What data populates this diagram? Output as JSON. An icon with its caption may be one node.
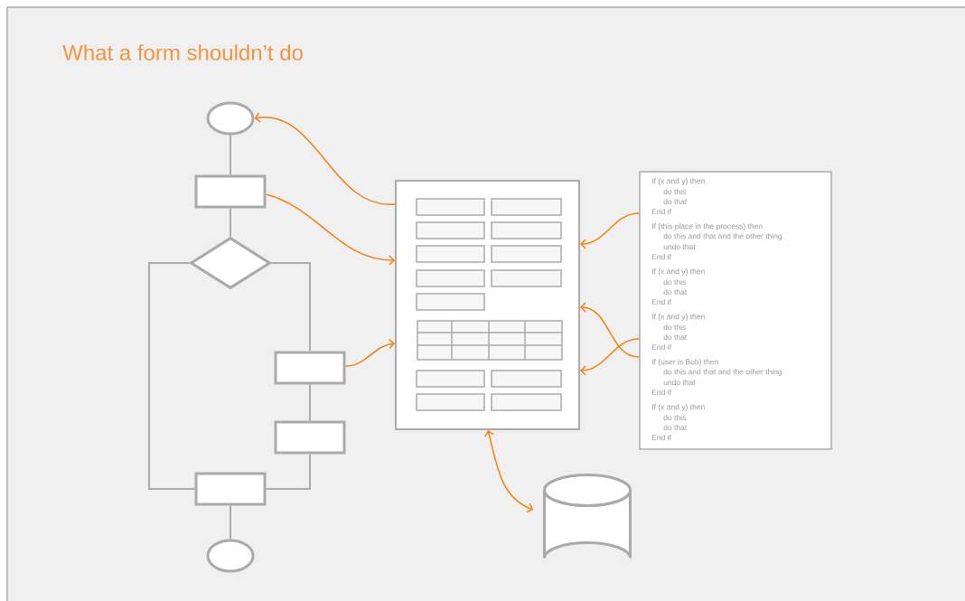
{
  "diagram": {
    "title": "What a form shouldn’t do",
    "nodes": [
      {
        "text": [],
        "shape": "circle"
      },
      {
        "text": [],
        "shape": "box"
      },
      {
        "text": [],
        "shape": "diamond"
      },
      {
        "text": [],
        "shape": "box"
      },
      {
        "text": [],
        "shape": "box"
      },
      {
        "text": [],
        "shape": "box"
      },
      {
        "text": [],
        "shape": "circle"
      },
      {
        "text": [],
        "shape": "box"
      },
      {
        "text": [
          "If (x and y) then",
          "do this",
          "do that",
          "End if",
          "If (this place in the process) then",
          "do this and that and the other thing",
          "undo that",
          "End if",
          "If (x and y) then",
          "do this",
          "do that",
          "End if",
          "If (x and y) then",
          "do this",
          "do that",
          "End if",
          "If (user is Bob) then",
          "do this and that and the other thing",
          "undo that",
          "End if",
          "If (x and y) then",
          "do this",
          "do that",
          "End if"
        ]
      },
      {
        "text": [],
        "shape": "cylinder"
      }
    ],
    "edges": [
      {
        "from": 0,
        "to": 1,
        "arrow": "none"
      },
      {
        "from": 1,
        "to": 2,
        "arrow": "none"
      },
      {
        "from": 2,
        "to": 3,
        "arrow": "none"
      },
      {
        "from": 2,
        "to": 5,
        "arrow": "none"
      },
      {
        "from": 3,
        "to": 4,
        "arrow": "none"
      },
      {
        "from": 4,
        "to": 5,
        "arrow": "none"
      },
      {
        "from": 5,
        "to": 6,
        "arrow": "none"
      },
      {
        "from": 7,
        "to": 0,
        "arrow": "to",
        "color": "#f7800a"
      },
      {
        "from": 1,
        "to": 7,
        "arrow": "to",
        "color": "#f7800a"
      },
      {
        "from": 3,
        "to": 7,
        "arrow": "to",
        "color": "#f7800a"
      },
      {
        "from": 8,
        "to": 7,
        "arrow": "to",
        "color": "#f7800a"
      },
      {
        "from": 8,
        "to": 7,
        "arrow": "to",
        "color": "#f7800a"
      },
      {
        "from": 8,
        "to": 7,
        "arrow": "to",
        "color": "#f7800a"
      },
      {
        "from": 7,
        "to": 9,
        "arrow": "both",
        "color": "#f7800a"
      }
    ]
  }
}
